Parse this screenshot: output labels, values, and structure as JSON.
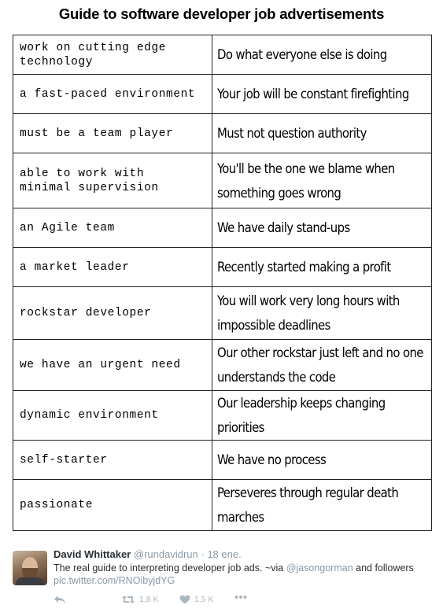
{
  "title": "Guide to software developer job advertisements",
  "rows": [
    {
      "phrase": "work on cutting edge\ntechnology",
      "meaning": "Do what everyone else is doing"
    },
    {
      "phrase": "a fast-paced environment",
      "meaning": "Your job will be constant firefighting"
    },
    {
      "phrase": "must be a team player",
      "meaning": "Must not question authority"
    },
    {
      "phrase": "able to work with\nminimal supervision",
      "meaning": "You'll be the one we blame when something goes wrong"
    },
    {
      "phrase": "an Agile team",
      "meaning": "We have daily stand-ups"
    },
    {
      "phrase": "a market leader",
      "meaning": "Recently started making a profit"
    },
    {
      "phrase": "rockstar developer",
      "meaning": "You will work very long hours with impossible deadlines"
    },
    {
      "phrase": "we have an urgent need",
      "meaning": "Our other rockstar just left and no one understands the code"
    },
    {
      "phrase": "dynamic environment",
      "meaning": "Our leadership keeps changing priorities"
    },
    {
      "phrase": "self-starter",
      "meaning": "We have no process"
    },
    {
      "phrase": "passionate",
      "meaning": "Perseveres through regular death marches"
    }
  ],
  "tweet": {
    "name": "David Whittaker",
    "handle": "@rundavidrun",
    "separator": "·",
    "time": "18 ene.",
    "text_before": "The real guide to interpreting developer job ads. ~via ",
    "mention": "@jasongorman",
    "text_after": " and followers",
    "link": "pic.twitter.com/RNOibyjdYG",
    "retweets": "1,8 K",
    "likes": "1,5 K",
    "icons": [
      "reply-icon",
      "retweet-icon",
      "heart-icon",
      "more-icon"
    ]
  }
}
